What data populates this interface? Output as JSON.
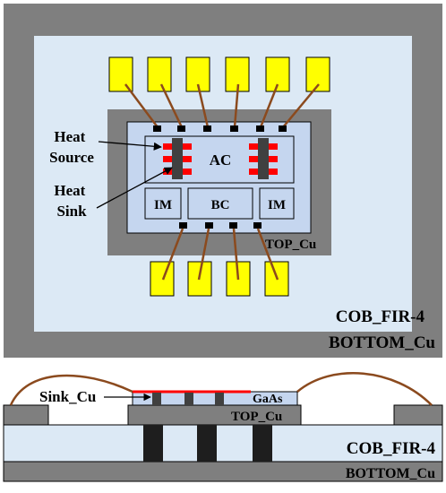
{
  "top_view": {
    "labels": {
      "heat_source": [
        "Heat",
        "Source"
      ],
      "heat_sink": [
        "Heat",
        "Sink"
      ],
      "ac": "AC",
      "bc": "BC",
      "im_left": "IM",
      "im_right": "IM",
      "top_cu": "TOP_Cu",
      "cob_fir4": "COB_FIR-4",
      "bottom_cu": "BOTTOM_Cu"
    }
  },
  "cross_section": {
    "labels": {
      "sink_cu": "Sink_Cu",
      "gaas": "GaAs",
      "top_cu": "TOP_Cu",
      "cob_fir4": "COB_FIR-4",
      "bottom_cu": "BOTTOM_Cu"
    }
  },
  "colors": {
    "bottom_cu_gray": "#7f7f7f",
    "fr4_light_blue": "#dce9f5",
    "chip_blue": "#c5d6ef",
    "pad_yellow": "#ffff00",
    "wire_brown": "#8b4a1e",
    "heat_source_red": "#ff0000",
    "sink_dark": "#404040"
  }
}
